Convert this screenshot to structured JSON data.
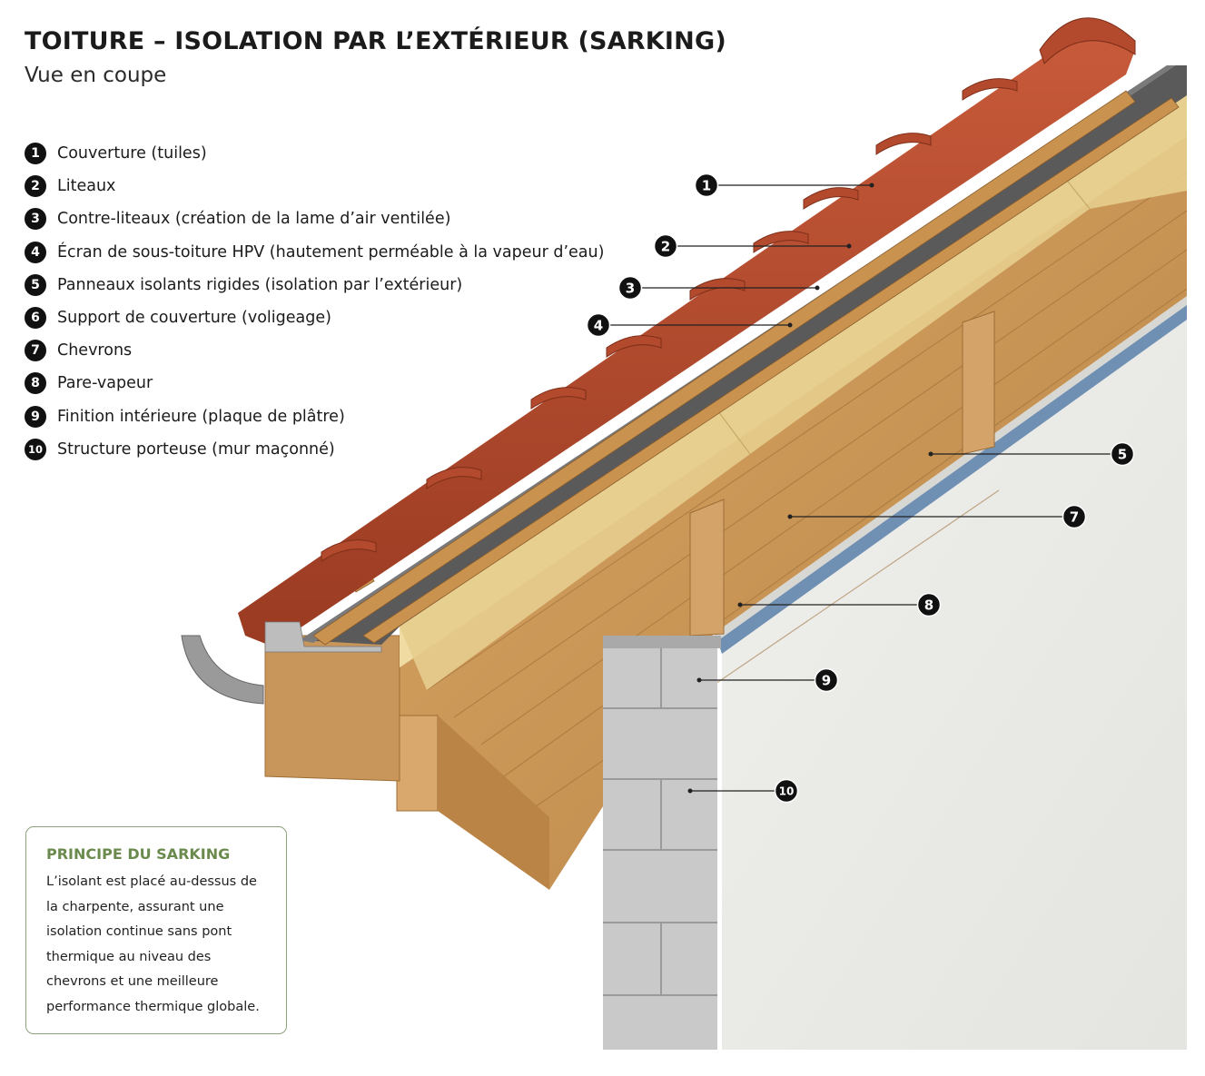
{
  "header": {
    "title": "TOITURE – ISOLATION PAR L’EXTÉRIEUR (SARKING)",
    "subtitle": "Vue en coupe"
  },
  "legend": [
    {
      "num": "1",
      "label": "Couverture (tuiles)"
    },
    {
      "num": "2",
      "label": "Liteaux"
    },
    {
      "num": "3",
      "label": "Contre-liteaux (création de la lame d’air ventilée)"
    },
    {
      "num": "4",
      "label": "Écran de sous-toiture HPV (hautement perméable à la vapeur d’eau)"
    },
    {
      "num": "5",
      "label": "Panneaux isolants rigides (isolation par l’extérieur)"
    },
    {
      "num": "6",
      "label": "Support de couverture (voligeage)"
    },
    {
      "num": "7",
      "label": "Chevrons"
    },
    {
      "num": "8",
      "label": "Pare-vapeur"
    },
    {
      "num": "9",
      "label": "Finition intérieure (plaque de plâtre)"
    },
    {
      "num": "10",
      "label": "Structure porteuse (mur maçonné)"
    }
  ],
  "callouts": [
    "1",
    "2",
    "3",
    "4",
    "5",
    "7",
    "8",
    "9",
    "10"
  ],
  "info_box": {
    "title": "PRINCIPE DU SARKING",
    "text": "L’isolant est placé au-dessus de la charpente, assurant une isolation continue sans pont thermique au niveau des chevrons et une meilleure performance thermique globale."
  },
  "colors": {
    "tile": "#b34a2e",
    "batten": "#c9924f",
    "membrane": "#5a5a5a",
    "insulation": "#e6cd8e",
    "timber": "#c8965a",
    "plaster": "#ededea",
    "vapour_barrier": "#6f8fb3",
    "masonry": "#c9c9c9",
    "accent_green": "#6b8a4e"
  }
}
